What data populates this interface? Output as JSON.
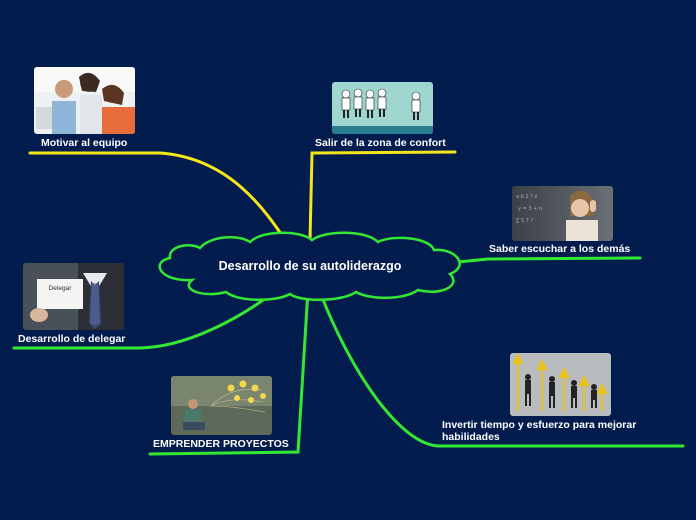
{
  "central_topic": "Desarrollo de su autoliderazgo",
  "topics": [
    {
      "label": "Motivar al equipo",
      "image": "team-celebrating-photo"
    },
    {
      "label": "Salir de la zona de confort",
      "image": "characters-stepping-out-illustration"
    },
    {
      "label": "Saber escuchar a los demás",
      "image": "woman-listening-photo"
    },
    {
      "label": "Desarrollo de delegar",
      "image": "business-card-delegar-photo",
      "card_text": "Delegar"
    },
    {
      "label": "EMPRENDER PROYECTOS",
      "image": "man-with-lightbulbs-photo"
    },
    {
      "label": "Invertir tiempo y esfuerzo para mejorar habilidades",
      "image": "businessmen-growth-arrows-illustration"
    }
  ],
  "colors": {
    "background": "#031c4e",
    "center_outline": "#33e833",
    "yellow_branch": "#f5e51b",
    "green_branch": "#33e833",
    "text": "#ffffff"
  }
}
